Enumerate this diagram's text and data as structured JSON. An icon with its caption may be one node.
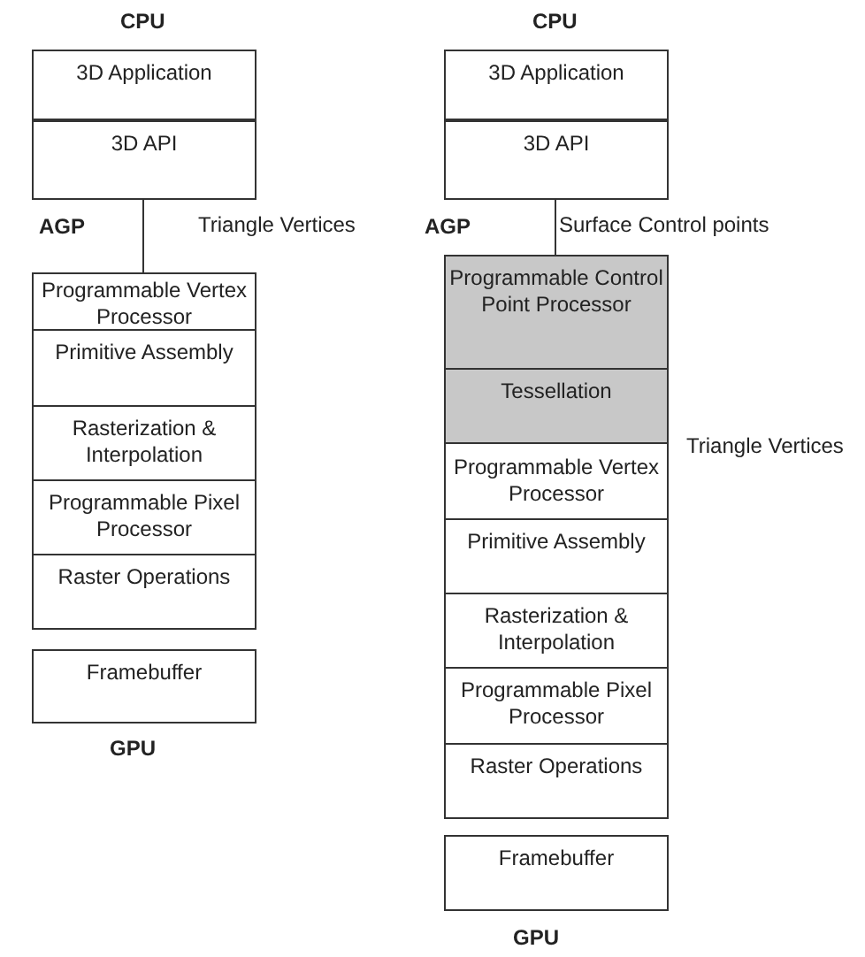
{
  "diagram": {
    "nodes": [
      {
        "text": [
          "3D Application"
        ]
      },
      {
        "text": [
          "3D API"
        ]
      },
      {
        "text": [
          "Programmable Vertex Processor"
        ]
      },
      {
        "text": [
          "Primitive Assembly"
        ]
      },
      {
        "text": [
          "Rasterization & Interpolation"
        ]
      },
      {
        "text": [
          "Programmable Pixel Processor"
        ]
      },
      {
        "text": [
          "Raster Operations"
        ]
      },
      {
        "text": [
          "Framebuffer"
        ]
      },
      {
        "text": [
          "3D Application"
        ]
      },
      {
        "text": [
          "3D API"
        ]
      },
      {
        "text": [
          "Programmable Control Point Processor"
        ]
      },
      {
        "text": [
          "Tessellation"
        ]
      },
      {
        "text": [
          "Programmable Vertex Processor"
        ]
      },
      {
        "text": [
          "Primitive Assembly"
        ]
      },
      {
        "text": [
          "Rasterization & Interpolation"
        ]
      },
      {
        "text": [
          "Programmable Pixel Processor"
        ]
      },
      {
        "text": [
          "Raster Operations"
        ]
      },
      {
        "text": [
          "Framebuffer"
        ]
      }
    ],
    "edges": [
      {
        "from": 1,
        "to": 2,
        "arrow": "none"
      },
      {
        "from": 9,
        "to": 10,
        "arrow": "none"
      }
    ],
    "labels": [
      "CPU",
      "CPU",
      "AGP",
      "Triangle Vertices",
      "AGP",
      "Surface Control points",
      "Triangle Vertices",
      "GPU",
      "GPU"
    ]
  }
}
